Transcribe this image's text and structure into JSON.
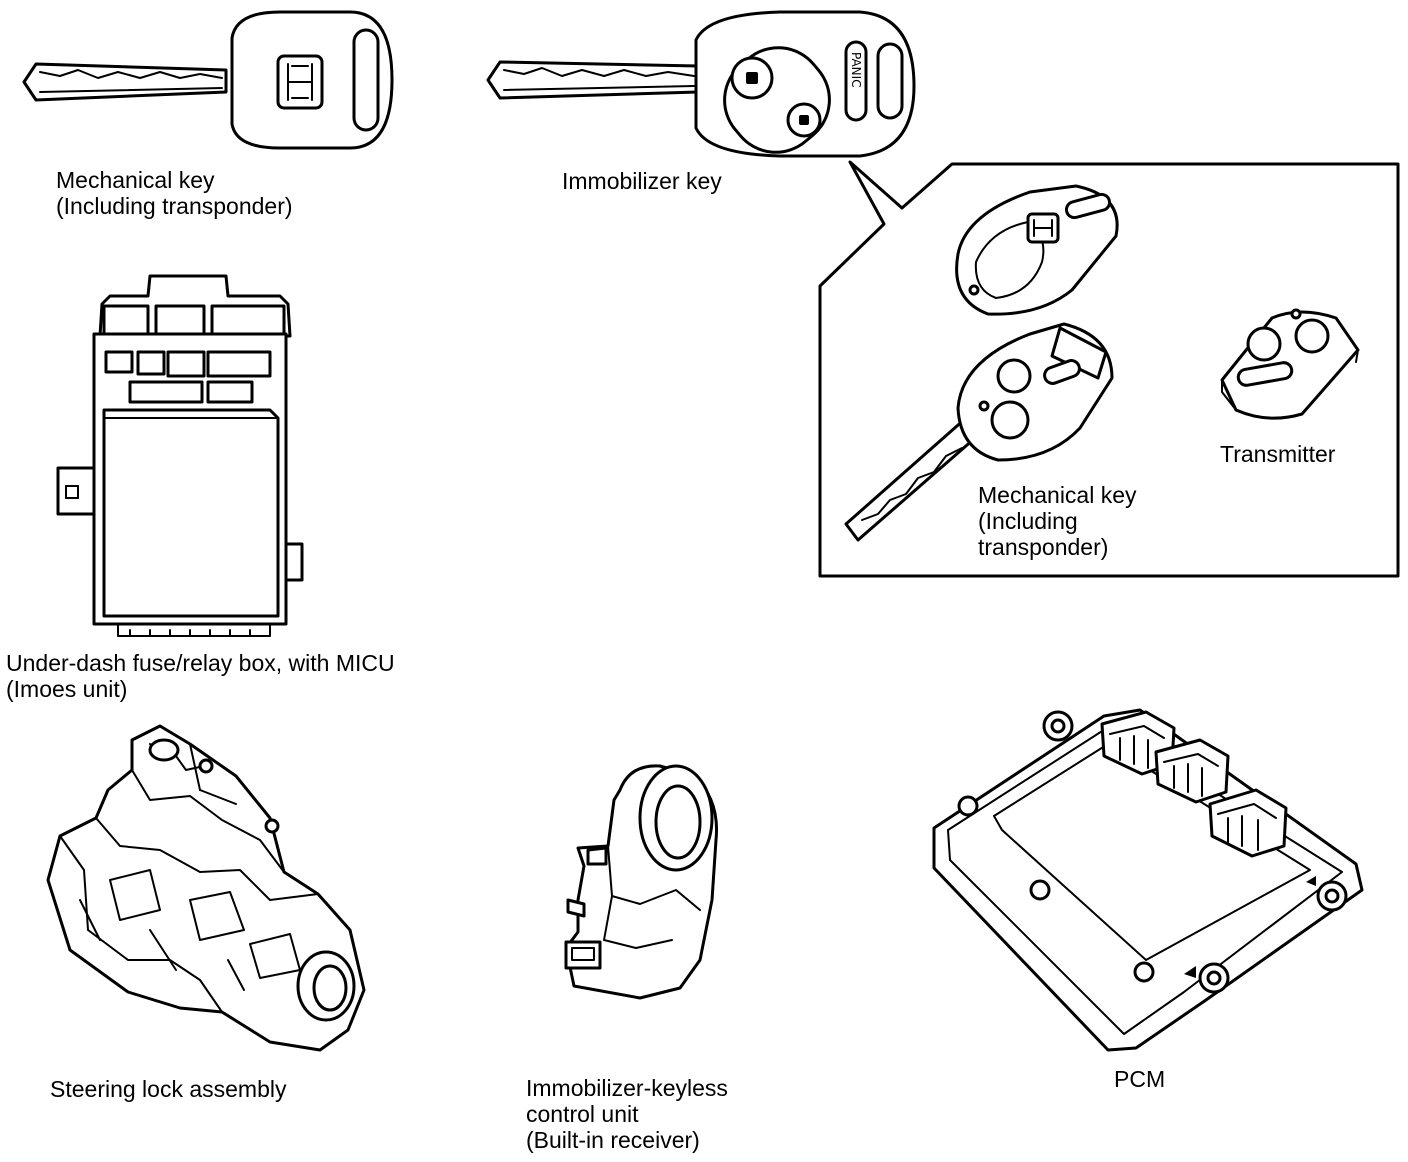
{
  "labels": {
    "mech_key": [
      "Mechanical key",
      "(Including transponder)"
    ],
    "immobilizer_key": "Immobilizer key",
    "inset_mech_key": [
      "Mechanical key",
      "(Including",
      "transponder)"
    ],
    "transmitter": "Transmitter",
    "fuse_box": [
      "Under-dash fuse/relay box, with MICU",
      "(Imoes unit)"
    ],
    "steering_lock": "Steering lock assembly",
    "keyless_unit": [
      "Immobilizer-keyless",
      "control unit",
      "(Built-in receiver)"
    ],
    "pcm": "PCM"
  },
  "remote_button_text": "PANIC"
}
